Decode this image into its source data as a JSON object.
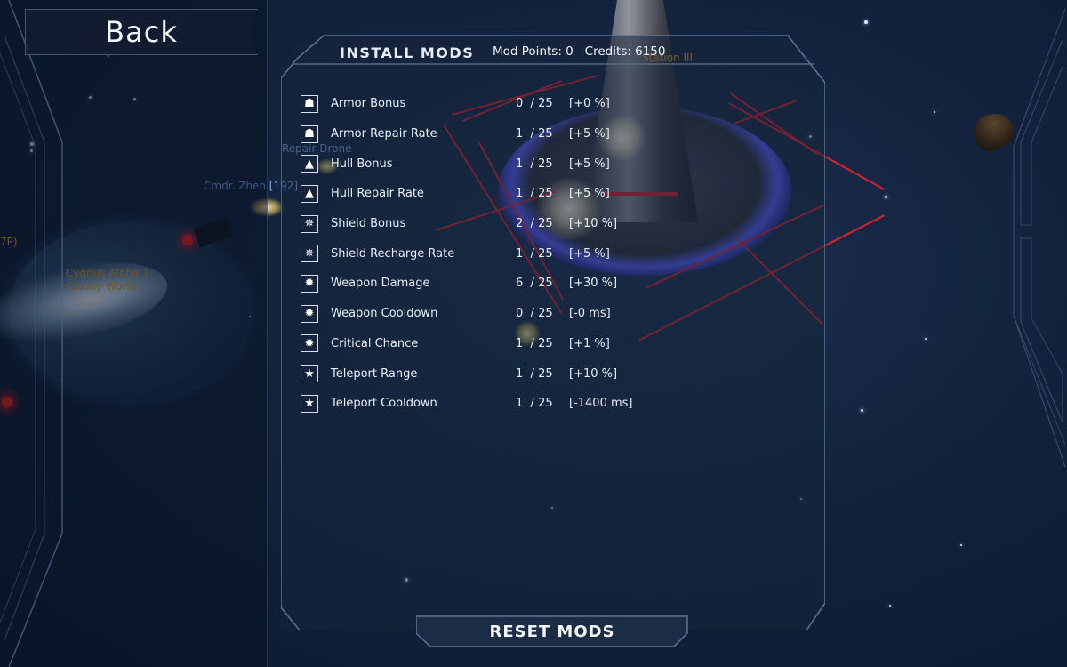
{
  "back_button": {
    "label": "Back"
  },
  "panel": {
    "title": "INSTALL MODS",
    "mod_points_label": "Mod Points:",
    "mod_points_value": "0",
    "credits_label": "Credits:",
    "credits_value": "6150",
    "reset_label": "RESET MODS"
  },
  "mods": [
    {
      "name": "Armor Bonus",
      "level": "0",
      "max": "25",
      "effect": "[+0 %]",
      "icon": "armor-icon"
    },
    {
      "name": "Armor Repair Rate",
      "level": "1",
      "max": "25",
      "effect": "[+5 %]",
      "icon": "armor-icon"
    },
    {
      "name": "Hull Bonus",
      "level": "1",
      "max": "25",
      "effect": "[+5 %]",
      "icon": "hull-icon"
    },
    {
      "name": "Hull Repair Rate",
      "level": "1",
      "max": "25",
      "effect": "[+5 %]",
      "icon": "hull-icon"
    },
    {
      "name": "Shield Bonus",
      "level": "2",
      "max": "25",
      "effect": "[+10 %]",
      "icon": "shield-icon"
    },
    {
      "name": "Shield Recharge Rate",
      "level": "1",
      "max": "25",
      "effect": "[+5 %]",
      "icon": "shield-icon"
    },
    {
      "name": "Weapon Damage",
      "level": "6",
      "max": "25",
      "effect": "[+30 %]",
      "icon": "weapon-icon"
    },
    {
      "name": "Weapon Cooldown",
      "level": "0",
      "max": "25",
      "effect": "[-0 ms]",
      "icon": "weapon-icon"
    },
    {
      "name": "Critical Chance",
      "level": "1",
      "max": "25",
      "effect": "[+1 %]",
      "icon": "weapon-icon"
    },
    {
      "name": "Teleport Range",
      "level": "1",
      "max": "25",
      "effect": "[+10 %]",
      "icon": "teleport-icon"
    },
    {
      "name": "Teleport Cooldown",
      "level": "1",
      "max": "25",
      "effect": "[-1400 ms]",
      "icon": "teleport-icon"
    }
  ],
  "world_labels": {
    "station": "Station III",
    "repair_drone": "Repair Drone",
    "commander": "Cmdr. Zhen [192]",
    "planet_name": "Cygnus Alpha 1",
    "planet_type": "Colony World",
    "offscreen_tag": "7P)"
  },
  "colors": {
    "label_orange": "#f0a020",
    "label_blue": "#7ea8f0",
    "laser_red": "#e0202e",
    "frame_line": "#5d7494"
  },
  "icons": {
    "armor-icon": "☗",
    "hull-icon": "▲",
    "shield-icon": "✵",
    "weapon-icon": "✹",
    "teleport-icon": "★"
  }
}
